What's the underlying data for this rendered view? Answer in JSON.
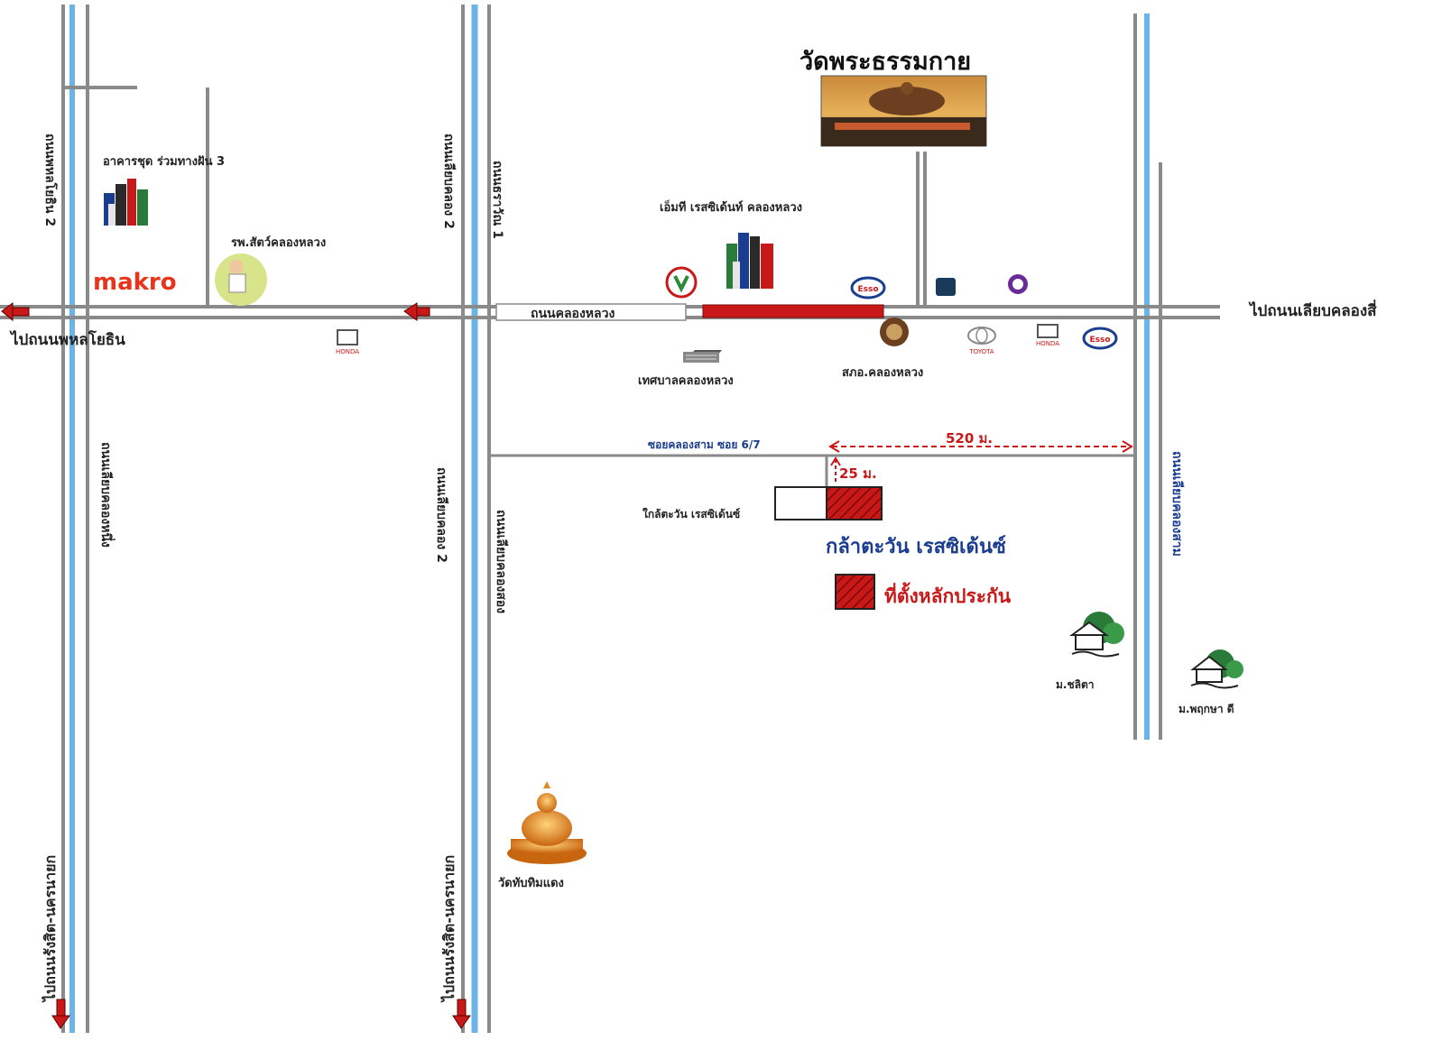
{
  "landmarks": {
    "temple_title": "วัดพระธรรมกาย",
    "apartment_1": "อาคารชุด ร่วมทางฝัน 3",
    "vet_hospital": "รพ.สัตว์คลองหลวง",
    "makro_logo": "makro",
    "mt_residence": "เอ็มที เรสซิเด้นท์ คลองหลวง",
    "municipality": "เทศบาลคลองหลวง",
    "police": "สภอ.คลองหลวง",
    "klatawan_small": "ใกล้ตะวัน เรสซิเด้นซ์",
    "klatawan_main": "กล้าตะวัน เรสซิเด้นซ์",
    "collateral": "ที่ตั้งหลักประกัน",
    "village_1": "ม.ชลิตา",
    "village_2": "ม.พฤกษา ดี",
    "temple_south": "วัดทับทิมแดง"
  },
  "roads": {
    "main_road": "ถนนคลองหลวง",
    "to_left": "ไปถนนพหลโยธิน",
    "to_right": "ไปถนนเลียบคลองสี่",
    "road_left_top": "ถนนพหลโยธิน 2",
    "road_left_bottom": "ถนนเลียบคลองหนึ่ง",
    "road_mid_left_top": "ถนนเลียบคลอง 2",
    "road_mid_right_top": "ถนนธราวัณ 1",
    "road_mid_left_bottom": "ถนนเลียบคลอง 2",
    "road_mid_right_bottom": "ถนนเลียบคลองสอง",
    "road_right": "ถนนเลียบคลองสาม",
    "soi": "ซอยคลองสาม ซอย 6/7",
    "to_south_1": "ไปถนนรังสิต-นครนายก",
    "to_south_2": "ไปถนนรังสิต-นครนายก"
  },
  "distances": {
    "horizontal": "520 ม.",
    "vertical": "25 ม."
  },
  "logos": {
    "honda": "HONDA",
    "toyota": "TOYOTA",
    "esso": "Esso"
  },
  "colors": {
    "canal": "#6ab4e8",
    "road": "#8a8a8a",
    "accent_red": "#c81818",
    "accent_blue": "#1a3d8f"
  }
}
